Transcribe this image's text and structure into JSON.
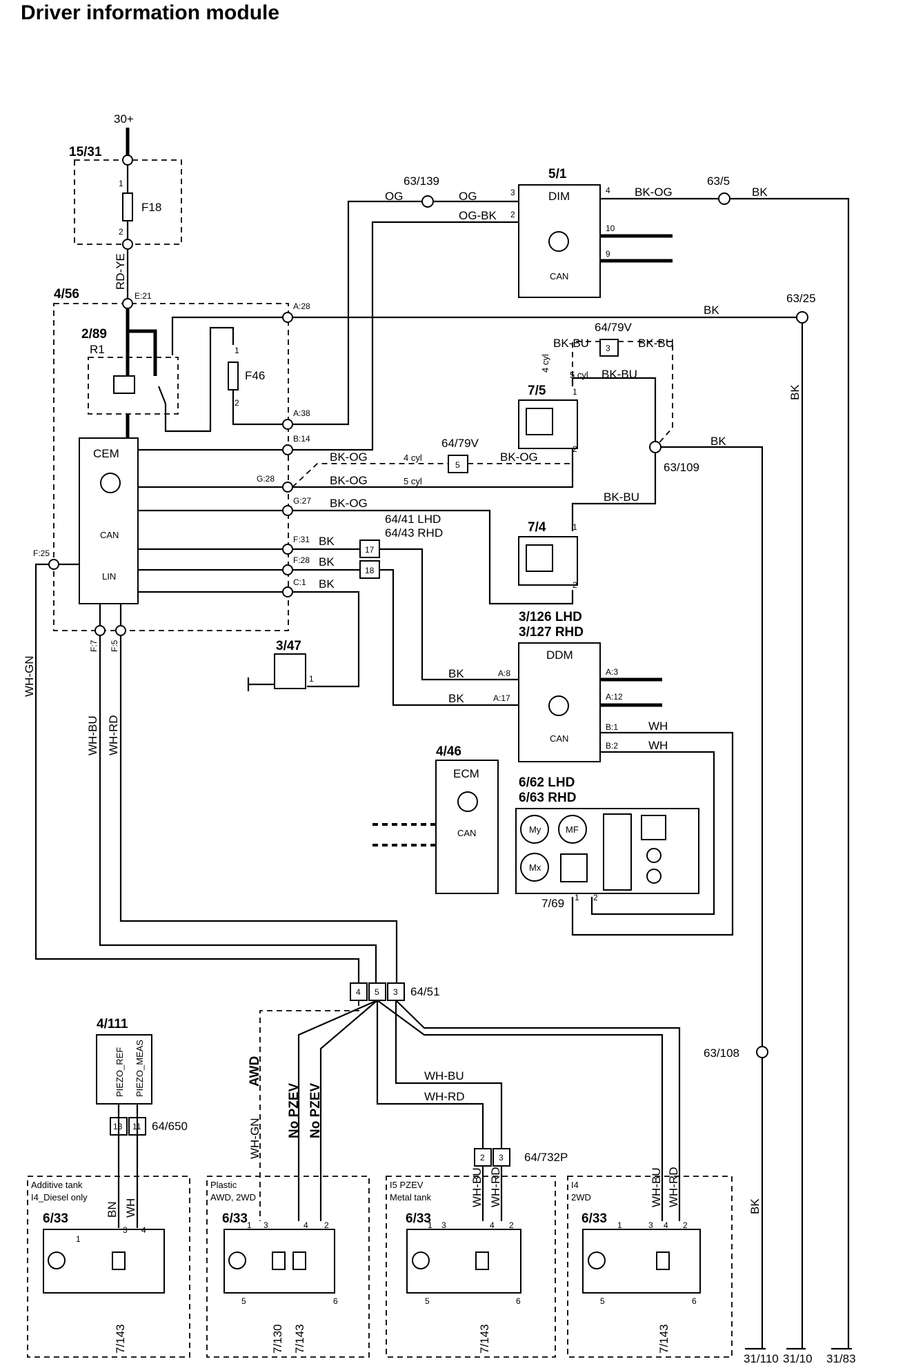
{
  "title": "Driver information module",
  "supply": "30+",
  "fuse_box": {
    "ref": "15/31",
    "fuse": "F18",
    "pin1": "1",
    "pin2": "2",
    "wire": "RD-YE"
  },
  "cem_box": {
    "ref": "4/56",
    "pin_e21": "E:21",
    "pin_a28": "A:28",
    "pin_a38": "A:38",
    "pin_b14": "B:14",
    "pin_g28": "G:28",
    "pin_g27": "G:27",
    "pin_f31": "F:31",
    "pin_f28": "F:28",
    "pin_c1": "C:1",
    "pin_f25": "F:25",
    "pin_f7": "F:7",
    "pin_f5": "F:5"
  },
  "relay": {
    "ref": "2/89",
    "name": "R1"
  },
  "fuse46": {
    "name": "F46",
    "pin1": "1",
    "pin2": "2"
  },
  "cem": {
    "name": "CEM",
    "can": "CAN",
    "lin": "LIN"
  },
  "dim": {
    "ref": "5/1",
    "name": "DIM",
    "can": "CAN",
    "pin3": "3",
    "pin2": "2",
    "pin4": "4",
    "pin10": "10",
    "pin9": "9"
  },
  "splices": {
    "s63_139": "63/139",
    "s63_5": "63/5",
    "s63_25": "63/25",
    "s63_109": "63/109",
    "s63_108": "63/108"
  },
  "wires": {
    "og": "OG",
    "og_bk": "OG-BK",
    "bk_og": "BK-OG",
    "bk": "BK",
    "bk_bu": "BK-BU",
    "wh": "WH",
    "wh_gn": "WH-GN",
    "wh_bu": "WH-BU",
    "wh_rd": "WH-RD"
  },
  "conn_64_79v": {
    "ref": "64/79V",
    "pin": "3",
    "pin5": "5",
    "cyl4": "4 cyl",
    "cyl5": "5 cyl"
  },
  "sensor_7_5": {
    "ref": "7/5",
    "pin1": "1",
    "pin2": "2"
  },
  "sensor_7_4": {
    "ref": "7/4",
    "pin1": "1",
    "pin2": "2"
  },
  "conn_64_41": {
    "ref_lhd": "64/41 LHD",
    "ref_rhd": "64/43 RHD",
    "pin17": "17",
    "pin18": "18"
  },
  "switch_3_47": {
    "ref": "3/47",
    "pin": "1"
  },
  "ddm": {
    "ref_lhd": "3/126 LHD",
    "ref_rhd": "3/127 RHD",
    "name": "DDM",
    "can": "CAN",
    "a8": "A:8",
    "a17": "A:17",
    "a3": "A:3",
    "a12": "A:12",
    "b1": "B:1",
    "b2": "B:2"
  },
  "ecm": {
    "ref": "4/46",
    "name": "ECM",
    "can": "CAN"
  },
  "mirror": {
    "ref_lhd": "6/62 LHD",
    "ref_rhd": "6/63  RHD",
    "sub": "7/69",
    "pin1": "1",
    "pin2": "2",
    "my": "My",
    "mf": "MF",
    "mx": "Mx"
  },
  "conn_64_51": {
    "ref": "64/51",
    "pin4": "4",
    "pin5": "5",
    "pin3": "3"
  },
  "module_4_111": {
    "ref": "4/111",
    "piezo_ref": "PIEZO_REF",
    "piezo_meas": "PIEZO_MEAS"
  },
  "conn_64_650": {
    "ref": "64/650",
    "pin13": "13",
    "pin11": "11"
  },
  "conn_64_732p": {
    "ref": "64/732P",
    "pin2": "2",
    "pin3": "3"
  },
  "route_labels": {
    "awd": "AWD",
    "no_pzev1": "No PZEV",
    "no_pzev2": "No PZEV"
  },
  "tanks": [
    {
      "title1": "Additive tank",
      "title2": "I4_Diesel only",
      "ref": "6/33",
      "sub": "7/143",
      "p3": "3",
      "p4": "4",
      "p1": "1",
      "wa": "BN",
      "wb": "WH"
    },
    {
      "title1": "Plastic",
      "title2": "AWD, 2WD",
      "ref": "6/33",
      "sub": "7/130",
      "sub2": "7/143",
      "p1": "1",
      "p3": "3",
      "p4": "4",
      "p2": "2",
      "p5": "5",
      "p6": "6"
    },
    {
      "title1": "I5 PZEV",
      "title2": "Metal tank",
      "ref": "6/33",
      "sub": "7/143",
      "p1": "1",
      "p3": "3",
      "p4": "4",
      "p2": "2",
      "p5": "5",
      "p6": "6"
    },
    {
      "title1": "I4",
      "title2": "2WD",
      "ref": "6/33",
      "sub": "7/143",
      "p1": "1",
      "p3": "3",
      "p4": "4",
      "p2": "2",
      "p5": "5",
      "p6": "6"
    }
  ],
  "grounds": {
    "g1": "31/110",
    "g2": "31/10",
    "g3": "31/83"
  }
}
